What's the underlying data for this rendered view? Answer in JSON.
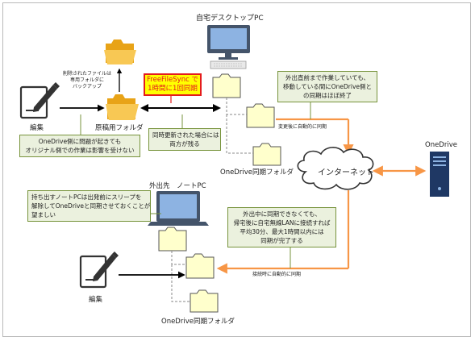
{
  "colors": {
    "arrow_orange": "#f79646",
    "arrow_black": "#000000",
    "note_fill": "#ebf1de",
    "note_border": "#77933c",
    "folder_fill": "#ffffcc",
    "sync_box_fill": "#ffff00",
    "sync_box_text": "#e41c1c",
    "server_blue": "#1f3864",
    "laptop_blue": "#44546a"
  },
  "labels": {
    "desktop_pc": "自宅デスクトップPC",
    "onedrive": "OneDrive",
    "internet": "インターネット",
    "edit_top": "編集",
    "manuscript_folder": "原稿用フォルダ",
    "deleted_backup": [
      "削除されたファイルは",
      "専用フォルダに",
      "バックアップ"
    ],
    "onedrive_sync_folder_top": "OneDrive同期フォルダ",
    "auto_sync_after_change": "変更後に自動的に同期",
    "laptop_outing": "外出先　ノートPC",
    "edit_bottom": "編集",
    "auto_sync_on_connect": "接続時に自動的に同期",
    "onedrive_sync_folder_bottom": "OneDrive同期フォルダ"
  },
  "freefilesync": [
    "FreeFileSync で",
    "1時間に1回同期"
  ],
  "notes": {
    "onedrive_issue": [
      "OneDrive側に問題が起きても",
      "オリジナル側での作業は影響を受けない"
    ],
    "both_remain": [
      "同時更新された場合には",
      "両方が残る"
    ],
    "before_going_out": [
      "外出直前まで作業していても、",
      "移動している間にOneDrive側と",
      "の同期はほぼ終了"
    ],
    "laptop_sleep": [
      "持ち出すノートPCは出発前にスリープを",
      "解除してOneDriveと同期させておくことが",
      "望ましい"
    ],
    "sync_on_wifi": [
      "外出中に同期できなくても、",
      "帰宅後に自宅無線LANに接続すれば",
      "平均30分、最大1時間以内には",
      "同期が完了する"
    ]
  }
}
